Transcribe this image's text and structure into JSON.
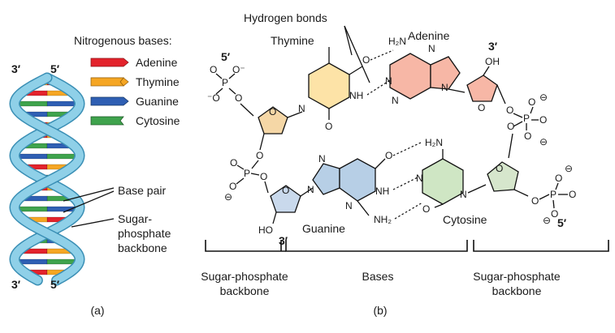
{
  "panel_a": {
    "legend_title": "Nitrogenous bases:",
    "legend": [
      {
        "name": "Adenine",
        "color": "#e3232c"
      },
      {
        "name": "Thymine",
        "color": "#f5a623"
      },
      {
        "name": "Guanine",
        "color": "#2f5fb3"
      },
      {
        "name": "Cytosine",
        "color": "#3fa34d"
      }
    ],
    "top_left_end": "3′",
    "top_right_end": "5′",
    "bottom_left_end": "3′",
    "bottom_right_end": "5′",
    "base_pair_label": "Base pair",
    "backbone_label_1": "Sugar-",
    "backbone_label_2": "phosphate",
    "backbone_label_3": "backbone",
    "caption": "(a)",
    "backbone_color": "#8fd0e8",
    "backbone_edge_color": "#3a8fb5"
  },
  "panel_b": {
    "hydrogen_bonds_label": "Hydrogen bonds",
    "thymine_label": "Thymine",
    "adenine_label": "Adenine",
    "guanine_label": "Guanine",
    "cytosine_label": "Cytosine",
    "five_prime_top": "5′",
    "three_prime_top": "3′",
    "three_prime_bottom": "3′",
    "five_prime_bottom": "5′",
    "atoms": {
      "h2n": "H₂N",
      "oh": "OH",
      "ho": "HO",
      "nh2": "NH₂",
      "nh": "NH",
      "n": "N",
      "o": "O",
      "p": "P",
      "minus": "⊖",
      "o_minus": "O⁻",
      "minus_o": "⁻O"
    },
    "bracket_left_1": "Sugar-phosphate",
    "bracket_left_2": "backbone",
    "bracket_mid": "Bases",
    "bracket_right_1": "Sugar-phosphate",
    "bracket_right_2": "backbone",
    "caption": "(b)",
    "colors": {
      "thymine": "#fde3a7",
      "adenine": "#f7b7a6",
      "guanine": "#b7cfe6",
      "cytosine": "#cfe6c4",
      "sugar_top": "#f5d7a6",
      "sugar_left": "#f0d3a0",
      "sugar_guanine": "#c9d9ec",
      "sugar_cytosine": "#d6e6cc"
    }
  }
}
